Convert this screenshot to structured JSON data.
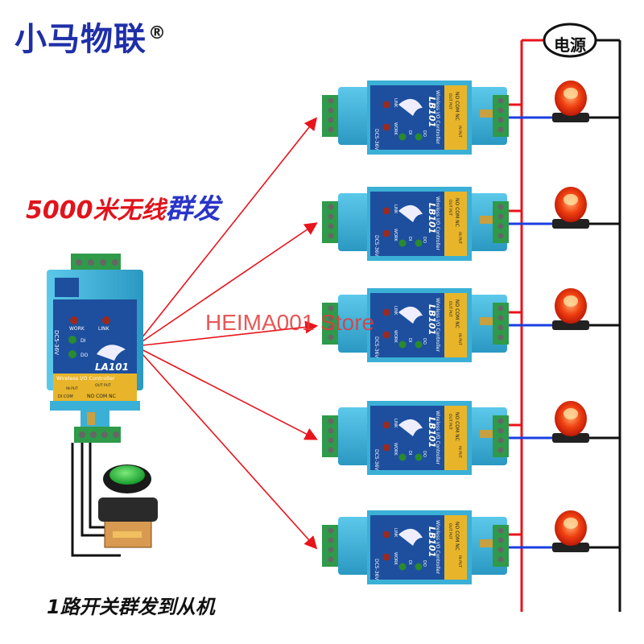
{
  "brand": {
    "name": "小马物联",
    "registered": "®"
  },
  "headline": {
    "red": "5000米无线",
    "blue": "群发"
  },
  "caption": "1路开关群发到从机",
  "watermark": "HEIMA001 Store",
  "power_label": "电源",
  "master": {
    "model": "LA101",
    "subtitle": "Wireless I/O Controller",
    "voltage": "DC5-36V",
    "work": "WORK",
    "link": "LINK",
    "di": "DI",
    "do": "DO",
    "out_label": "OUT PUT",
    "in_label": "IN PUT",
    "terminals": "NO COM NC",
    "in_terminals": "DI COM"
  },
  "slave": {
    "model": "LB101",
    "subtitle": "Wireless I/O Controller",
    "voltage": "DC5-36V",
    "work": "WORK",
    "link": "LINK",
    "di": "DI",
    "do": "DO",
    "out_label": "OUT PUT",
    "in_label": "IN PUT",
    "terminals": "NO COM NC"
  },
  "slave_count": 5,
  "colors": {
    "brand_blue": "#1f2fa8",
    "accent_red": "#e0141c",
    "module_body": "#3bb0d6",
    "module_panel": "#1d4f9e",
    "terminal_green": "#2e9a4a",
    "label_yellow": "#e8b52a",
    "wire_red": "#e8141c",
    "wire_blue": "#1a3fe0",
    "wire_black": "#111111"
  }
}
